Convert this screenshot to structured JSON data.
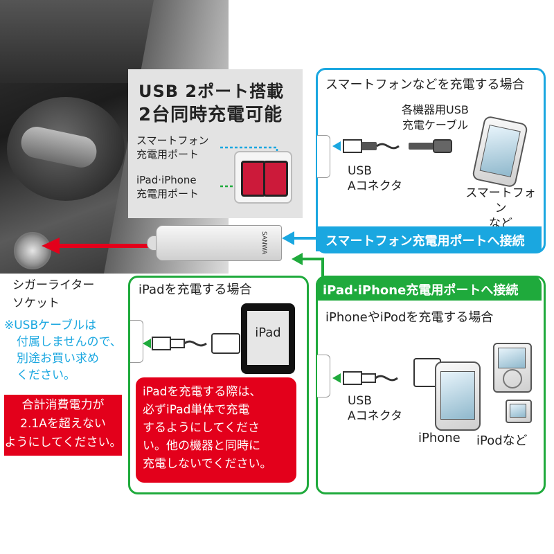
{
  "colors": {
    "blue": "#1aa7e0",
    "green": "#1faa3c",
    "red": "#e3001b"
  },
  "header": {
    "title_line1": "USB 2ポート搭載",
    "title_line2": "2台同時充電可能"
  },
  "ports": {
    "smartphone_port_line1": "スマートフォン",
    "smartphone_port_line2": "充電用ポート",
    "ipad_port_line1": "iPad·iPhone",
    "ipad_port_line2": "充電用ポート"
  },
  "socket": {
    "line1": "シガーライター",
    "line2": "ソケット"
  },
  "note": {
    "line1": "※USBケーブルは",
    "line2": "付属しませんので、",
    "line3": "別途お買い求め",
    "line4": "ください。"
  },
  "power_warning": {
    "line1": "合計消費電力が",
    "line2": "2.1Aを超えない",
    "line3": "ようにしてください。"
  },
  "smartphone_section": {
    "title": "スマートフォンなどを充電する場合",
    "cable_label_line1": "各機器用USB",
    "cable_label_line2": "充電ケーブル",
    "usb_line1": "USB",
    "usb_line2": "Aコネクタ",
    "device_line1": "スマートフォン",
    "device_line2": "など",
    "bar": "スマートフォン充電用ポートへ接続"
  },
  "ipad_section": {
    "title": "iPadを充電する場合",
    "device_label": "iPad",
    "warning_line1": "iPadを充電する際は、",
    "warning_line2": "必ずiPad単体で充電",
    "warning_line3": "するようにしてくださ",
    "warning_line4": "い。他の機器と同時に",
    "warning_line5": "充電しないでください。"
  },
  "iphone_section": {
    "bar": "iPad·iPhone充電用ポートへ接続",
    "title": "iPhoneやiPodを充電する場合",
    "usb_line1": "USB",
    "usb_line2": "Aコネクタ",
    "device1": "iPhone",
    "device2": "iPodなど"
  },
  "charger_brand": "SANWA"
}
